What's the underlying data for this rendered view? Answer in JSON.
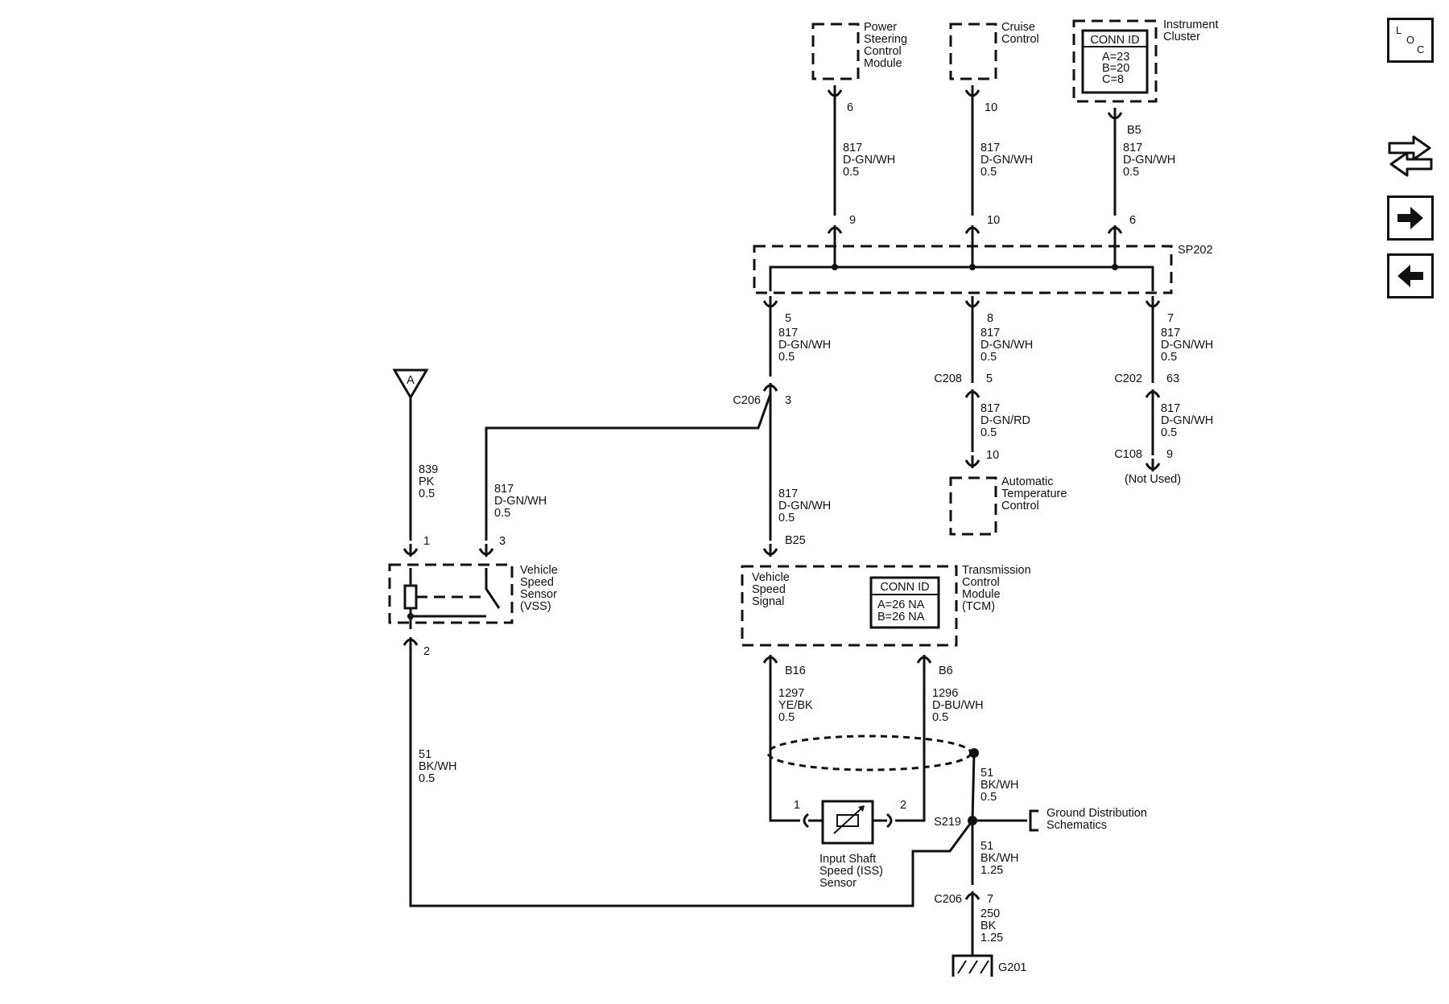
{
  "modules": {
    "pscm": {
      "name_lines": [
        "Power",
        "Steering",
        "Control",
        "Module"
      ],
      "pin": "6"
    },
    "cruise": {
      "name_lines": [
        "Cruise",
        "Control"
      ],
      "pin": "10"
    },
    "ipc": {
      "name_lines": [
        "Instrument",
        "Cluster"
      ],
      "pin": "B5",
      "conn_header": "CONN ID",
      "conn_lines": [
        "A=23",
        "B=20",
        "C=8"
      ]
    },
    "atc": {
      "name_lines": [
        "Automatic",
        "Temperature",
        "Control"
      ],
      "pin": "10"
    },
    "tcm": {
      "name_lines": [
        "Transmission",
        "Control",
        "Module",
        "(TCM)"
      ],
      "signal_lines": [
        "Vehicle",
        "Speed",
        "Signal"
      ],
      "conn_header": "CONN ID",
      "conn_lines": [
        "A=26 NA",
        "B=26 NA"
      ],
      "pins": {
        "top": "B25",
        "left": "B16",
        "right": "B6"
      }
    },
    "vss": {
      "name_lines": [
        "Vehicle",
        "Speed",
        "Sensor",
        "(VSS)"
      ],
      "pins": {
        "a": "1",
        "b": "3",
        "c": "2"
      }
    },
    "iss": {
      "name_lines": [
        "Input Shaft",
        "Speed (ISS)",
        "Sensor"
      ],
      "pins": {
        "left": "1",
        "right": "2"
      }
    }
  },
  "splice_pack": {
    "id": "SP202",
    "in_pins": [
      "9",
      "10",
      "6"
    ],
    "out_pins": [
      "5",
      "8",
      "7"
    ]
  },
  "wires": {
    "pscm_sp": [
      "817",
      "D-GN/WH",
      "0.5"
    ],
    "cruise_sp": [
      "817",
      "D-GN/WH",
      "0.5"
    ],
    "ipc_sp": [
      "817",
      "D-GN/WH",
      "0.5"
    ],
    "sp_c206": [
      "817",
      "D-GN/WH",
      "0.5"
    ],
    "sp_c208": [
      "817",
      "D-GN/WH",
      "0.5"
    ],
    "sp_c202": [
      "817",
      "D-GN/WH",
      "0.5"
    ],
    "c208_atc": [
      "817",
      "D-GN/RD",
      "0.5"
    ],
    "c202_c108": [
      "817",
      "D-GN/WH",
      "0.5"
    ],
    "c206_vss": [
      "817",
      "D-GN/WH",
      "0.5"
    ],
    "c206_tcm": [
      "817",
      "D-GN/WH",
      "0.5"
    ],
    "a_vss": [
      "839",
      "PK",
      "0.5"
    ],
    "vss_ground": [
      "51",
      "BK/WH",
      "0.5"
    ],
    "tcm_iss_1": [
      "1297",
      "YE/BK",
      "0.5"
    ],
    "tcm_iss_2": [
      "1296",
      "D-BU/WH",
      "0.5"
    ],
    "shield_s219": [
      "51",
      "BK/WH",
      "0.5"
    ],
    "s219_c206": [
      "51",
      "BK/WH",
      "1.25"
    ],
    "c206_g201": [
      "250",
      "BK",
      "1.25"
    ]
  },
  "connectors": {
    "c206_top": {
      "id": "C206",
      "pin": "3"
    },
    "c208": {
      "id": "C208",
      "pin": "5"
    },
    "c202": {
      "id": "C202",
      "pin": "63"
    },
    "c108": {
      "id": "C108",
      "pin": "9",
      "note": "(Not Used)"
    },
    "c206_bottom": {
      "id": "C206",
      "pin": "7"
    }
  },
  "splice": {
    "id": "S219"
  },
  "ground": {
    "id": "G201"
  },
  "offpage": {
    "letter": "A"
  },
  "ground_dist": {
    "lines": [
      "Ground Distribution",
      "Schematics"
    ]
  },
  "nav": {
    "loc": {
      "letters": [
        "L",
        "O",
        "C"
      ],
      "icon": "location-icon"
    },
    "swap": {
      "icon": "swap-arrows-icon"
    },
    "next": {
      "icon": "arrow-right-icon"
    },
    "prev": {
      "icon": "arrow-left-icon"
    }
  }
}
